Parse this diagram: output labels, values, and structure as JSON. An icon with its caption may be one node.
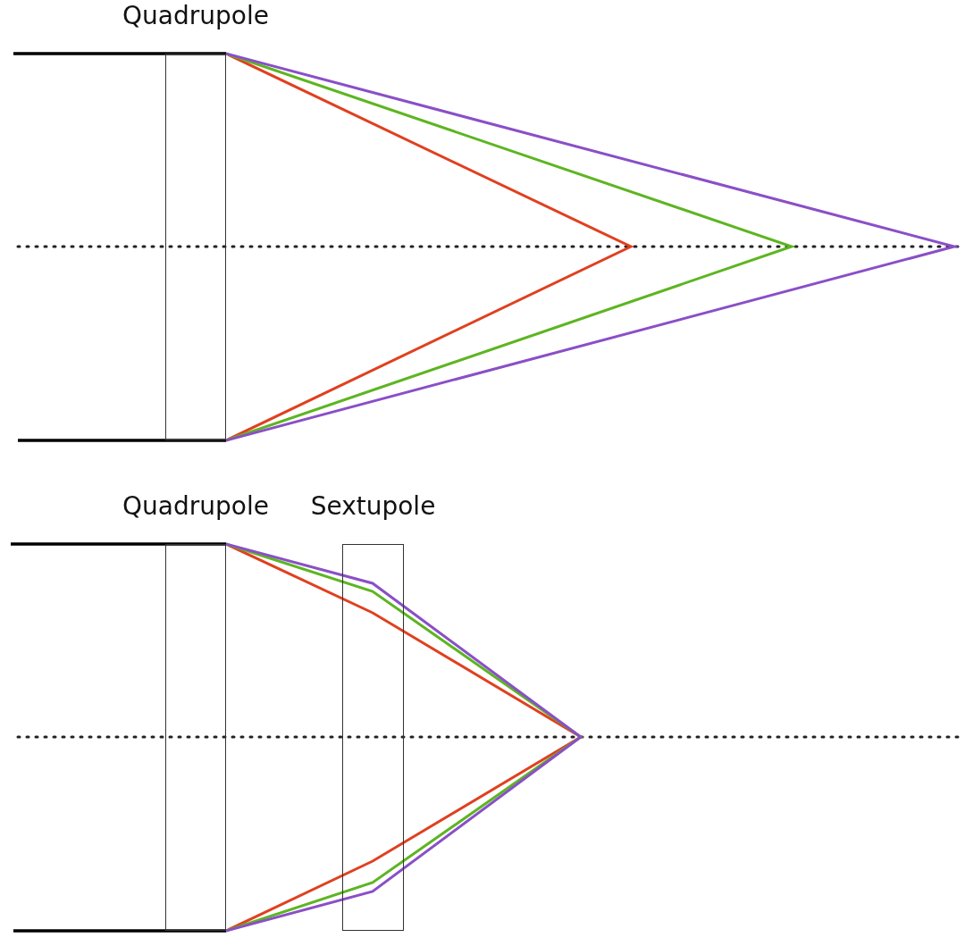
{
  "diagram": {
    "nodes": [
      {
        "text": [
          "Quadrupole"
        ]
      },
      {
        "text": [
          "Quadrupole"
        ]
      },
      {
        "text": [
          "Sextupole"
        ]
      }
    ]
  }
}
